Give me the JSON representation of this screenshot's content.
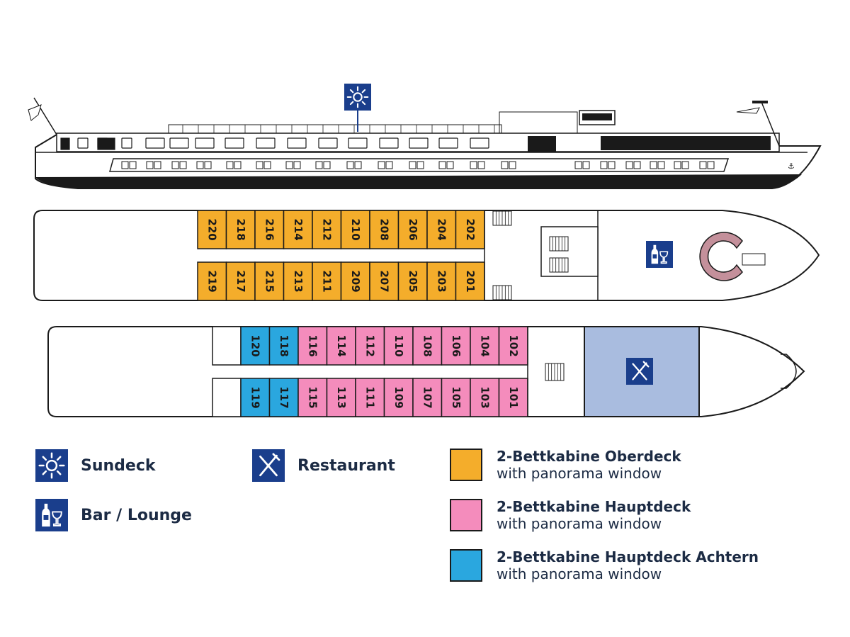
{
  "colors": {
    "navy": "#1a3e8c",
    "oberdeck": "#f4ad2b",
    "hauptdeck": "#f48cbc",
    "achtern": "#2aa7df",
    "restaurant": "#a9bcdf",
    "spiral": "#c4909b",
    "hull": "#1a1a1a"
  },
  "icons": {
    "sundeck": "sun-icon",
    "bar": "wine-bottle-glass-icon",
    "restaurant": "fork-knife-icon"
  },
  "decks": {
    "oberdeck": {
      "top_row": [
        "220",
        "218",
        "216",
        "214",
        "212",
        "210",
        "208",
        "206",
        "204",
        "202"
      ],
      "bottom_row": [
        "219",
        "217",
        "215",
        "213",
        "211",
        "209",
        "207",
        "205",
        "203",
        "201"
      ]
    },
    "hauptdeck": {
      "top_row": [
        {
          "num": "120",
          "type": "achtern"
        },
        {
          "num": "118",
          "type": "achtern"
        },
        {
          "num": "116",
          "type": "hauptdeck"
        },
        {
          "num": "114",
          "type": "hauptdeck"
        },
        {
          "num": "112",
          "type": "hauptdeck"
        },
        {
          "num": "110",
          "type": "hauptdeck"
        },
        {
          "num": "108",
          "type": "hauptdeck"
        },
        {
          "num": "106",
          "type": "hauptdeck"
        },
        {
          "num": "104",
          "type": "hauptdeck"
        },
        {
          "num": "102",
          "type": "hauptdeck"
        }
      ],
      "bottom_row": [
        {
          "num": "119",
          "type": "achtern"
        },
        {
          "num": "117",
          "type": "achtern"
        },
        {
          "num": "115",
          "type": "hauptdeck"
        },
        {
          "num": "113",
          "type": "hauptdeck"
        },
        {
          "num": "111",
          "type": "hauptdeck"
        },
        {
          "num": "109",
          "type": "hauptdeck"
        },
        {
          "num": "107",
          "type": "hauptdeck"
        },
        {
          "num": "105",
          "type": "hauptdeck"
        },
        {
          "num": "103",
          "type": "hauptdeck"
        },
        {
          "num": "101",
          "type": "hauptdeck"
        }
      ]
    }
  },
  "legend": {
    "sundeck": "Sundeck",
    "bar": "Bar / Lounge",
    "restaurant": "Restaurant",
    "oberdeck": {
      "title": "2-Bettkabine Oberdeck",
      "sub": "with panorama window"
    },
    "hauptdeck": {
      "title": "2-Bettkabine Hauptdeck",
      "sub": "with panorama window"
    },
    "achtern": {
      "title": "2-Bettkabine Hauptdeck Achtern",
      "sub": "with panorama window"
    }
  }
}
